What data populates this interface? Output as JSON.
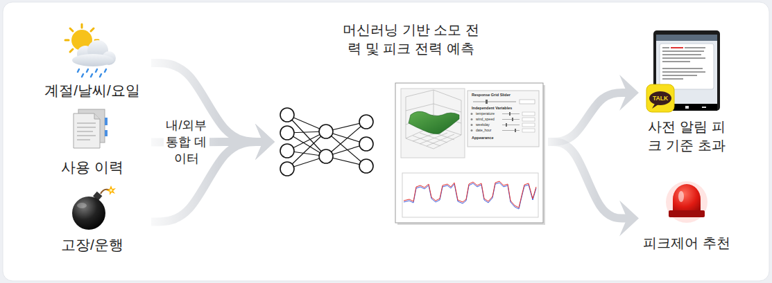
{
  "diagram": {
    "nodes": [
      {
        "text": [
          "계절/날씨/요일"
        ]
      },
      {
        "text": [
          "사용 이력"
        ]
      },
      {
        "text": [
          "고장/운행"
        ]
      },
      {
        "text": [
          "머신러닝 기반 소모 전력 및 피크 전력 예측"
        ]
      },
      {
        "text": [
          "사전 알림 피크 기준 초과"
        ]
      },
      {
        "text": [
          "피크제어 추천"
        ]
      }
    ],
    "edges": [
      {
        "from": 0,
        "to": 3,
        "arrow": "to"
      },
      {
        "from": 1,
        "to": 3,
        "arrow": "to"
      },
      {
        "from": 2,
        "to": 3,
        "arrow": "to"
      },
      {
        "from": 3,
        "to": 4,
        "arrow": "to"
      },
      {
        "from": 3,
        "to": 5,
        "arrow": "to"
      }
    ],
    "labels": [
      "내/외부 통합 데이터",
      "Response Grid Slider",
      "Independent Variables",
      "temperature",
      "wind_speed",
      "weekday",
      "date_hour",
      "Appearance",
      "TALK"
    ]
  }
}
